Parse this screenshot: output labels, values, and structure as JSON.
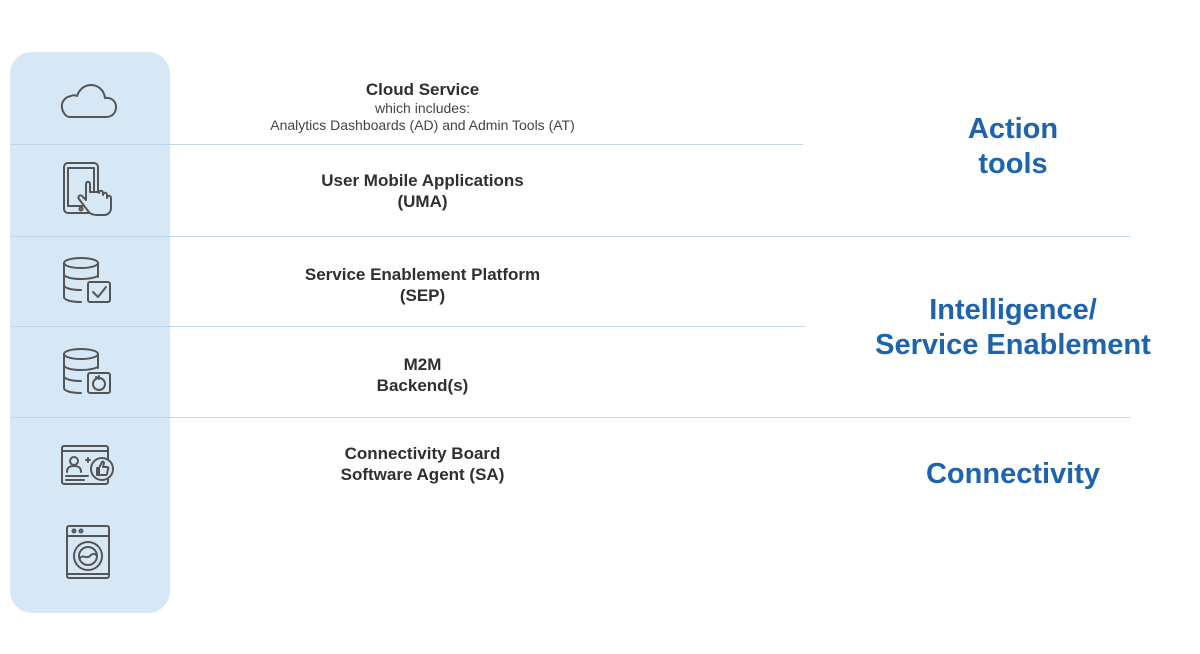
{
  "layers": [
    {
      "title": "Cloud Service",
      "sub1": "which includes:",
      "sub2": "Analytics Dashboards (AD) and Admin Tools (AT)",
      "icon": "cloud-icon"
    },
    {
      "title": "User Mobile Applications",
      "title2": "(UMA)",
      "icon": "tablet-touch-icon"
    },
    {
      "title": "Service Enablement Platform",
      "title2": "(SEP)",
      "icon": "database-check-icon"
    },
    {
      "title": "M2M",
      "title2": "Backend(s)",
      "icon": "database-sync-icon"
    },
    {
      "title": "Connectivity Board",
      "title2": "Software Agent (SA)",
      "icon": "user-card-like-icon"
    },
    {
      "icon": "washing-machine-icon"
    }
  ],
  "groups": [
    {
      "line1": "Action",
      "line2": "tools"
    },
    {
      "line1": "Intelligence/",
      "line2": "Service Enablement"
    },
    {
      "line1": "Connectivity"
    }
  ],
  "colors": {
    "accent": "#1e63ae",
    "panel": "#d6e8f6",
    "divider": "#bcd6ea",
    "icon": "#555555"
  }
}
